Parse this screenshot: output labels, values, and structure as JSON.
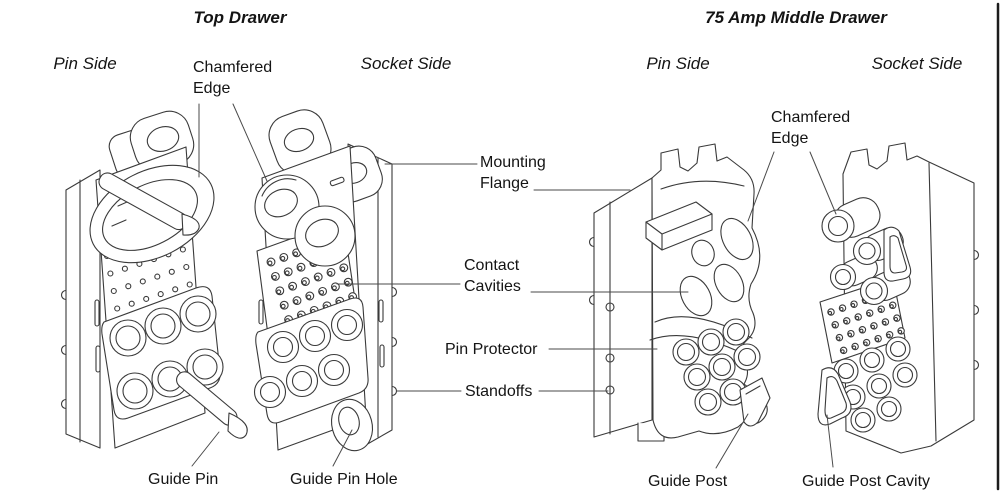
{
  "diagram": {
    "background": "#ffffff",
    "line_color": "#3a3a3a",
    "text_color": "#141414",
    "sections": [
      {
        "title": "Top Drawer",
        "views": [
          {
            "label": "Pin Side"
          },
          {
            "label": "Socket Side"
          }
        ]
      },
      {
        "title": "75 Amp Middle Drawer",
        "views": [
          {
            "label": "Pin Side"
          },
          {
            "label": "Socket Side"
          }
        ]
      }
    ],
    "callouts": {
      "chamfered_edge": {
        "line1": "Chamfered",
        "line2": "Edge"
      },
      "mounting_flange": {
        "line1": "Mounting",
        "line2": "Flange"
      },
      "contact_cavities": {
        "line1": "Contact",
        "line2": "Cavities"
      },
      "pin_protector": "Pin Protector",
      "standoffs": "Standoffs",
      "guide_pin": "Guide Pin",
      "guide_pin_hole": "Guide Pin Hole",
      "guide_post": "Guide Post",
      "guide_post_cavity": "Guide Post Cavity"
    }
  }
}
